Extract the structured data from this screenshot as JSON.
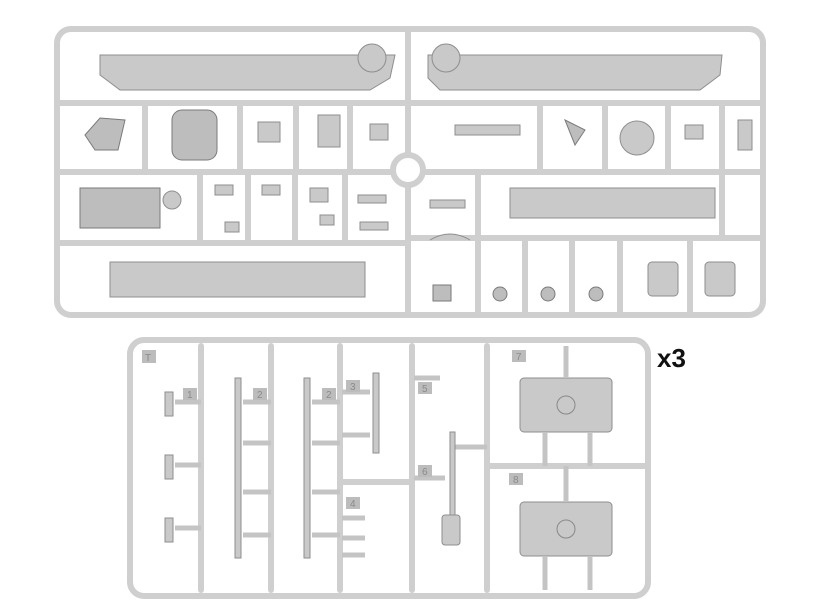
{
  "quantity_label": "x3",
  "bottom_sprue": {
    "letter": "T",
    "part_numbers": [
      "1",
      "2",
      "2",
      "3",
      "4",
      "5",
      "6",
      "7",
      "8"
    ]
  }
}
